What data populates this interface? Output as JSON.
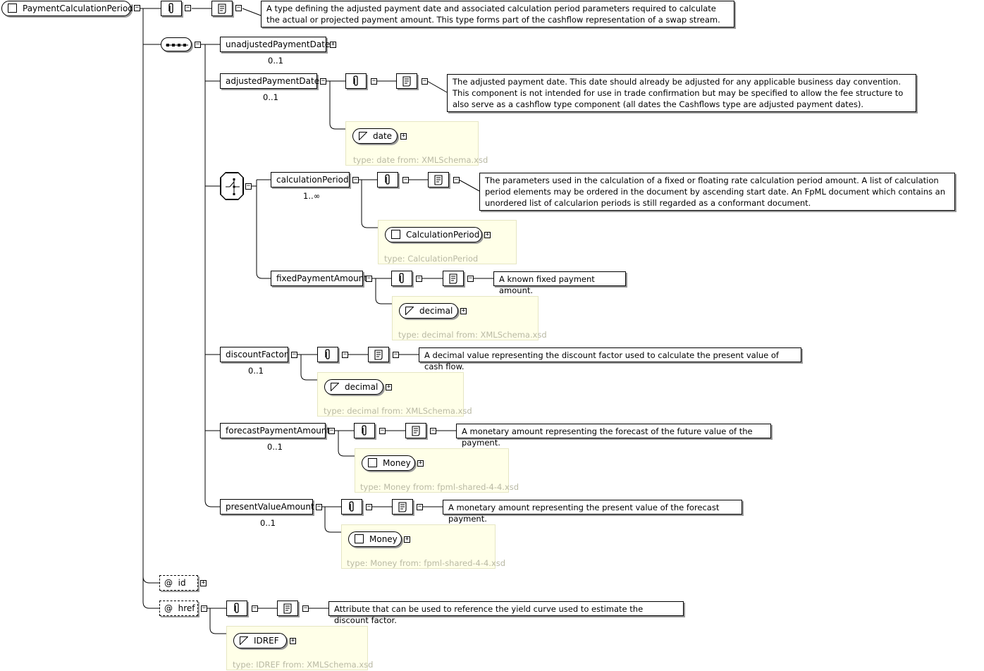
{
  "root": {
    "name": "PaymentCalculationPeriod",
    "doc": "A type defining the adjusted payment date and associated calculation period parameters required to calculate the actual or projected payment amount. This type forms part of the cashflow representation of a swap stream."
  },
  "elements": {
    "unadjustedPaymentDate": {
      "name": "unadjustedPaymentDate",
      "occurs": "0..1"
    },
    "adjustedPaymentDate": {
      "name": "adjustedPaymentDate",
      "occurs": "0..1",
      "doc": "The adjusted payment date. This date should already be adjusted for any applicable business day convention. This component is not intended for use in trade confirmation but may be specified to allow the fee structure to also serve as a cashflow type component (all dates the Cashflows type are adjusted payment dates).",
      "type_name": "date",
      "type_label": "type: date from: XMLSchema.xsd"
    },
    "calculationPeriod": {
      "name": "calculationPeriod",
      "occurs": "1..∞",
      "doc": "The parameters used in the calculation of a fixed or floating rate calculation period amount. A list of calculation period elements may be ordered in the document by ascending start date. An FpML document which contains an unordered list of calcularion periods is still regarded as a conformant document.",
      "type_name": "CalculationPeriod",
      "type_label": "type: CalculationPeriod"
    },
    "fixedPaymentAmount": {
      "name": "fixedPaymentAmount",
      "doc": "A known fixed payment amount.",
      "type_name": "decimal",
      "type_label": "type: decimal from: XMLSchema.xsd"
    },
    "discountFactor": {
      "name": "discountFactor",
      "occurs": "0..1",
      "doc": "A decimal value representing the discount factor used to calculate the present value of cash flow.",
      "type_name": "decimal",
      "type_label": "type: decimal from: XMLSchema.xsd"
    },
    "forecastPaymentAmount": {
      "name": "forecastPaymentAmount",
      "occurs": "0..1",
      "doc": "A monetary amount representing the forecast of the future value of the payment.",
      "type_name": "Money",
      "type_label": "type: Money from: fpml-shared-4-4.xsd"
    },
    "presentValueAmount": {
      "name": "presentValueAmount",
      "occurs": "0..1",
      "doc": "A monetary amount representing the present value of the forecast payment.",
      "type_name": "Money",
      "type_label": "type: Money from: fpml-shared-4-4.xsd"
    }
  },
  "attributes": {
    "id": {
      "at": "@",
      "name": "id"
    },
    "href": {
      "at": "@",
      "name": "href",
      "doc": "Attribute that can be used to reference the yield curve used to estimate the discount factor.",
      "type_name": "IDREF",
      "type_label": "type: IDREF from: XMLSchema.xsd"
    }
  },
  "icons": {
    "collapse": "minus-box-icon",
    "expand": "plus-box-icon",
    "annotation": "paperclip-icon",
    "documentation": "scroll-icon",
    "sequence": "sequence-icon",
    "choice": "choice-icon",
    "complex_type": "square-icon",
    "simple_type": "triangle-icon"
  },
  "symbols": {
    "minus": "−",
    "plus": "+"
  }
}
